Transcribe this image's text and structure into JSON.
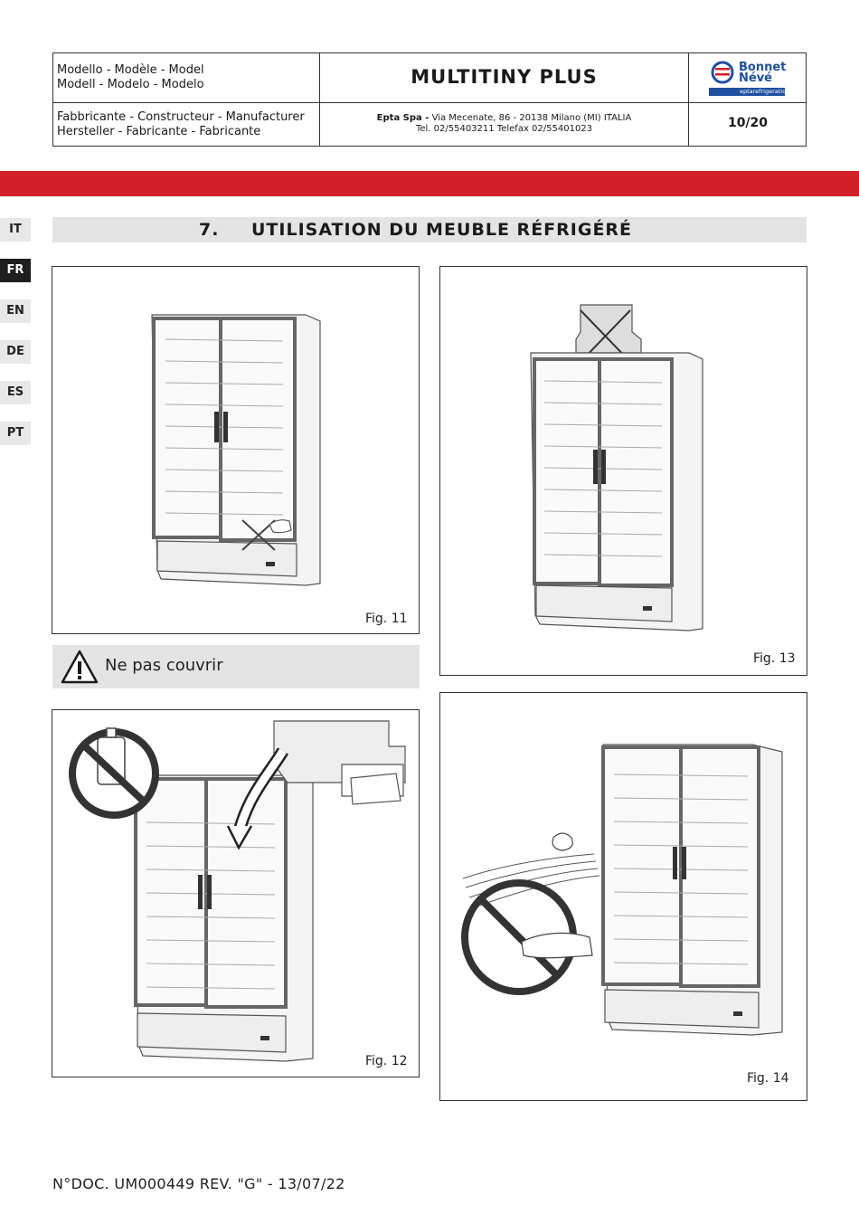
{
  "header": {
    "model_label_line1": "Modello - Modèle - Model",
    "model_label_line2": "Modell - Modelo - Modelo",
    "product_title": "MULTITINY PLUS",
    "manufacturer_label_line1": "Fabbricante - Constructeur - Manufacturer",
    "manufacturer_label_line2": "Hersteller - Fabricante - Fabricante",
    "company_name": "Epta Spa -",
    "company_address": " Via Mecenate, 86 - 20138 Milano (MI) ITALIA",
    "company_phone": "Tel. 02/55403211 Telefax 02/55401023",
    "page_number": "10/20",
    "logo_line1": "Bonnet",
    "logo_line2": "Névé",
    "logo_sub": "eptarefrigeration"
  },
  "languages": [
    {
      "code": "IT",
      "active": false
    },
    {
      "code": "FR",
      "active": true
    },
    {
      "code": "EN",
      "active": false
    },
    {
      "code": "DE",
      "active": false
    },
    {
      "code": "ES",
      "active": false
    },
    {
      "code": "PT",
      "active": false
    }
  ],
  "section": {
    "number": "7.",
    "title": "UTILISATION DU MEUBLE RÉFRIGÉRÉ"
  },
  "figures": {
    "fig11": "Fig. 11",
    "fig12": "Fig. 12",
    "fig13": "Fig. 13",
    "fig14": "Fig. 14"
  },
  "warning": {
    "text": "Ne pas couvrir",
    "icon": "warning-triangle-icon"
  },
  "footer": {
    "doc_ref": "N°DOC. UM000449 REV. \"G\" - 13/07/22"
  },
  "colors": {
    "accent_red": "#d21f28",
    "logo_blue": "#1e4fa0"
  }
}
